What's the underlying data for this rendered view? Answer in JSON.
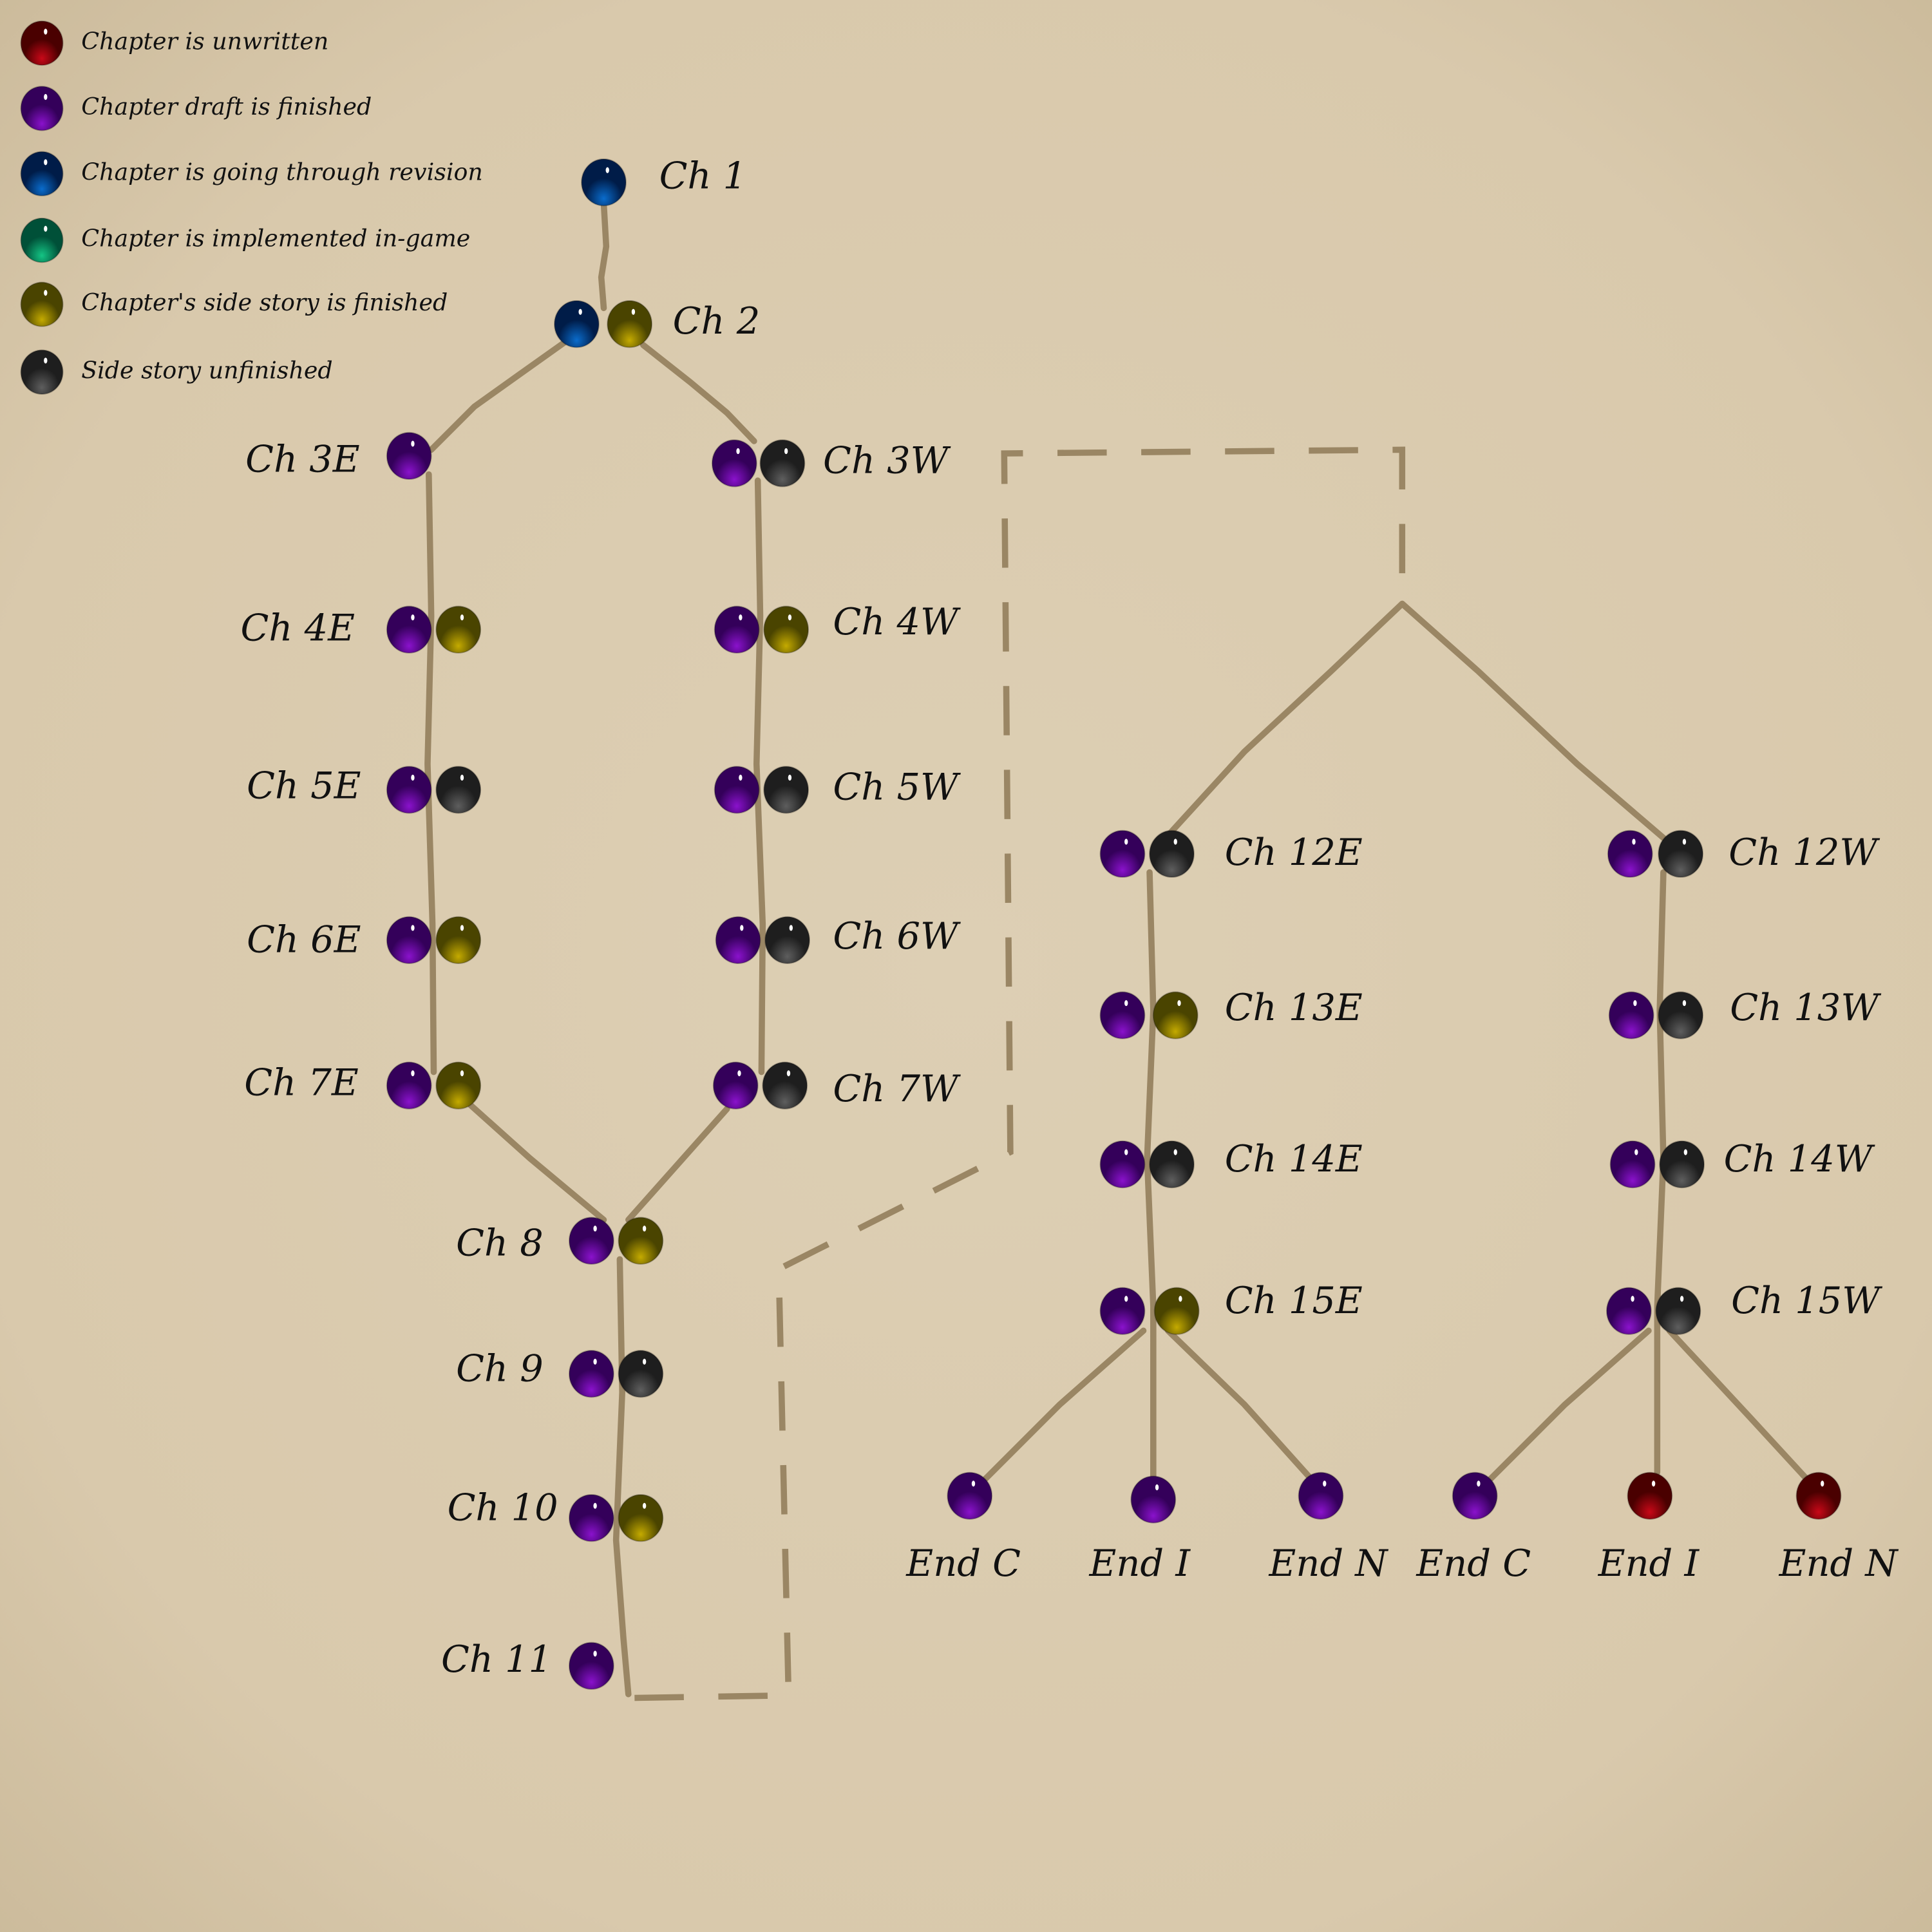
{
  "legend": [
    {
      "status": "unwritten",
      "label": "Chapter is unwritten"
    },
    {
      "status": "draft",
      "label": "Chapter draft is finished"
    },
    {
      "status": "revision",
      "label": "Chapter is going through revision"
    },
    {
      "status": "implemented",
      "label": "Chapter is implemented in-game"
    },
    {
      "status": "side_finished",
      "label": "Chapter's side story is finished"
    },
    {
      "status": "side_unfinished",
      "label": "Side story unfinished"
    }
  ],
  "status_colors": {
    "unwritten": [
      "#4a0000",
      "#c80818"
    ],
    "draft": [
      "#34005a",
      "#8a12cc"
    ],
    "revision": [
      "#001c48",
      "#0a6ccc"
    ],
    "implemented": [
      "#005038",
      "#14c484"
    ],
    "side_finished": [
      "#4a4400",
      "#c4aa00"
    ],
    "side_unfinished": [
      "#1e1e1e",
      "#5e5e5e"
    ]
  },
  "background_color": "#dbcbb0",
  "branch_color": "#9a8664",
  "nodes": [
    {
      "id": "ch1",
      "label": "Ch 1",
      "status": [
        "revision"
      ]
    },
    {
      "id": "ch2",
      "label": "Ch 2",
      "status": [
        "revision",
        "side_finished"
      ]
    },
    {
      "id": "ch3e",
      "label": "Ch 3E",
      "status": [
        "draft"
      ]
    },
    {
      "id": "ch3w",
      "label": "Ch 3W",
      "status": [
        "draft",
        "side_unfinished"
      ]
    },
    {
      "id": "ch4e",
      "label": "Ch 4E",
      "status": [
        "draft",
        "side_finished"
      ]
    },
    {
      "id": "ch4w",
      "label": "Ch 4W",
      "status": [
        "draft",
        "side_finished"
      ]
    },
    {
      "id": "ch5e",
      "label": "Ch 5E",
      "status": [
        "draft",
        "side_unfinished"
      ]
    },
    {
      "id": "ch5w",
      "label": "Ch 5W",
      "status": [
        "draft",
        "side_unfinished"
      ]
    },
    {
      "id": "ch6e",
      "label": "Ch 6E",
      "status": [
        "draft",
        "side_finished"
      ]
    },
    {
      "id": "ch6w",
      "label": "Ch 6W",
      "status": [
        "draft",
        "side_unfinished"
      ]
    },
    {
      "id": "ch7e",
      "label": "Ch 7E",
      "status": [
        "draft",
        "side_finished"
      ]
    },
    {
      "id": "ch7w",
      "label": "Ch 7W",
      "status": [
        "draft",
        "side_unfinished"
      ]
    },
    {
      "id": "ch8",
      "label": "Ch 8",
      "status": [
        "draft",
        "side_finished"
      ]
    },
    {
      "id": "ch9",
      "label": "Ch 9",
      "status": [
        "draft",
        "side_unfinished"
      ]
    },
    {
      "id": "ch10",
      "label": "Ch 10",
      "status": [
        "draft",
        "side_finished"
      ]
    },
    {
      "id": "ch11",
      "label": "Ch 11",
      "status": [
        "draft"
      ]
    },
    {
      "id": "ch12e",
      "label": "Ch 12E",
      "status": [
        "draft",
        "side_unfinished"
      ]
    },
    {
      "id": "ch13e",
      "label": "Ch 13E",
      "status": [
        "draft",
        "side_finished"
      ]
    },
    {
      "id": "ch14e",
      "label": "Ch 14E",
      "status": [
        "draft",
        "side_unfinished"
      ]
    },
    {
      "id": "ch15e",
      "label": "Ch 15E",
      "status": [
        "draft",
        "side_finished"
      ]
    },
    {
      "id": "ch12w",
      "label": "Ch 12W",
      "status": [
        "draft",
        "side_unfinished"
      ]
    },
    {
      "id": "ch13w",
      "label": "Ch 13W",
      "status": [
        "draft",
        "side_unfinished"
      ]
    },
    {
      "id": "ch14w",
      "label": "Ch 14W",
      "status": [
        "draft",
        "side_unfinished"
      ]
    },
    {
      "id": "ch15w",
      "label": "Ch 15W",
      "status": [
        "draft",
        "side_unfinished"
      ]
    },
    {
      "id": "end_c_e",
      "label": "End C",
      "status": [
        "draft"
      ]
    },
    {
      "id": "end_i_e",
      "label": "End I",
      "status": [
        "draft"
      ]
    },
    {
      "id": "end_n_e",
      "label": "End N",
      "status": [
        "draft"
      ]
    },
    {
      "id": "end_c_w",
      "label": "End C",
      "status": [
        "draft"
      ]
    },
    {
      "id": "end_i_w",
      "label": "End I",
      "status": [
        "unwritten"
      ]
    },
    {
      "id": "end_n_w",
      "label": "End N",
      "status": [
        "unwritten"
      ]
    }
  ]
}
